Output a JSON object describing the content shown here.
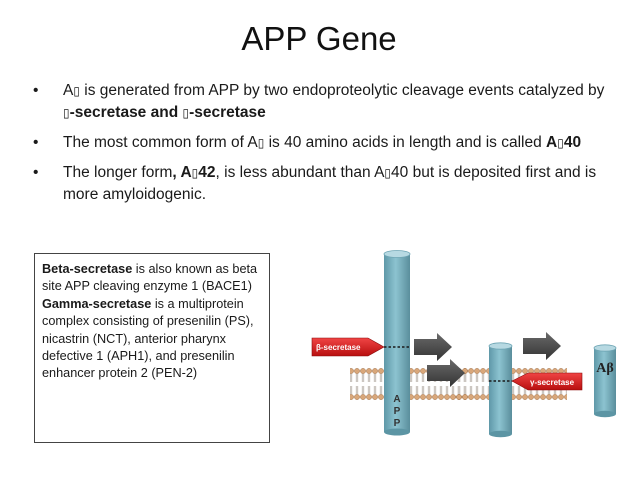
{
  "title": "APP Gene",
  "bullets": {
    "marker": "•",
    "glyph": "▯",
    "b1": {
      "t1": "A",
      "t2": " is generated from APP by two endoproteolytic cleavage events catalyzed by ",
      "t3": "-secretase and ",
      "t4": "-secretase"
    },
    "b2": {
      "t1": "The most common form of A",
      "t2": " is 40 amino acids in length and is called ",
      "t3": "A",
      "t4": "40"
    },
    "b3": {
      "t1": "The longer form",
      "t2": ", A",
      "t3": "42",
      "t4": ", is less abundant than A",
      "t5": "40 but is deposited first and is more amyloidogenic."
    }
  },
  "box": {
    "beta_term": "Beta-secretase",
    "beta_text": " is also known as beta site APP cleaving enzyme 1 (BACE1)",
    "gamma_term": "Gamma-secretase",
    "gamma_text": " is a multiprotein complex consisting of presenilin (PS), nicastrin (NCT), anterior pharynx defective 1 (APH1), and presenilin enhancer protein 2 (PEN-2)"
  },
  "diagram": {
    "beta_label": "β-secretase",
    "gamma_label": "γ-secretase",
    "app_letters": [
      "A",
      "P",
      "P"
    ],
    "abeta_label": "Aβ",
    "colors": {
      "cylinder": "#7fb5c3",
      "cylinder_top": "#b7d9e2",
      "enzyme": "#e01d1d",
      "arrow": "#4a4a4a",
      "lipid_head": "#d9a77a"
    }
  }
}
